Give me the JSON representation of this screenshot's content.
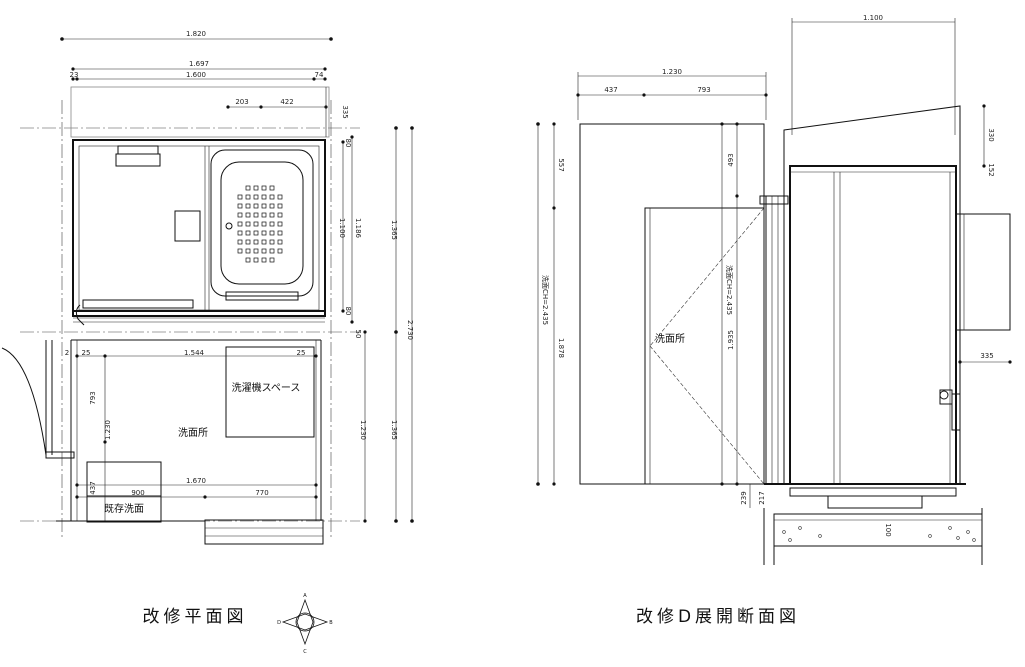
{
  "plan": {
    "caption": "改修平面図",
    "rooms": {
      "washroom": "洗面所",
      "washer_space": "洗濯機スペース",
      "existing_vanity": "既存洗面"
    },
    "dims": {
      "top_1820": "1.820",
      "top_1697": "1.697",
      "top_1600": "1.600",
      "left_23": "23",
      "right_74": "74",
      "d203": "203",
      "d422": "422",
      "d335": "335",
      "d1100": "1.100",
      "d1186": "1.186",
      "d1365_upper": "1.365",
      "d2730": "2.730",
      "d1230_right": "1.230",
      "d1365_lower": "1.365",
      "d25_left": "25",
      "d2": "2",
      "d1544": "1.544",
      "d25_right": "25",
      "d793": "793",
      "d1230_left": "1.230",
      "d1670": "1.670",
      "d437": "437",
      "d900": "900",
      "d770": "770",
      "d80a": "80",
      "d80b": "80",
      "d50": "50"
    },
    "compass": {
      "n": "A",
      "e": "B",
      "s": "C",
      "w": "D"
    }
  },
  "section": {
    "caption": "改修D展開断面図",
    "rooms": {
      "washroom": "洗面所"
    },
    "dims": {
      "d1100": "1.100",
      "d1230": "1.230",
      "d437": "437",
      "d793": "793",
      "d557": "557",
      "d1878": "1.878",
      "ch2435": "洗面CH=2.435",
      "d493": "493",
      "d1935": "1.935",
      "ch2435b": "洗面CH=2.435",
      "d239": "239",
      "d217": "217",
      "d330": "330",
      "d152": "152",
      "d335": "335",
      "d100": "100"
    }
  }
}
